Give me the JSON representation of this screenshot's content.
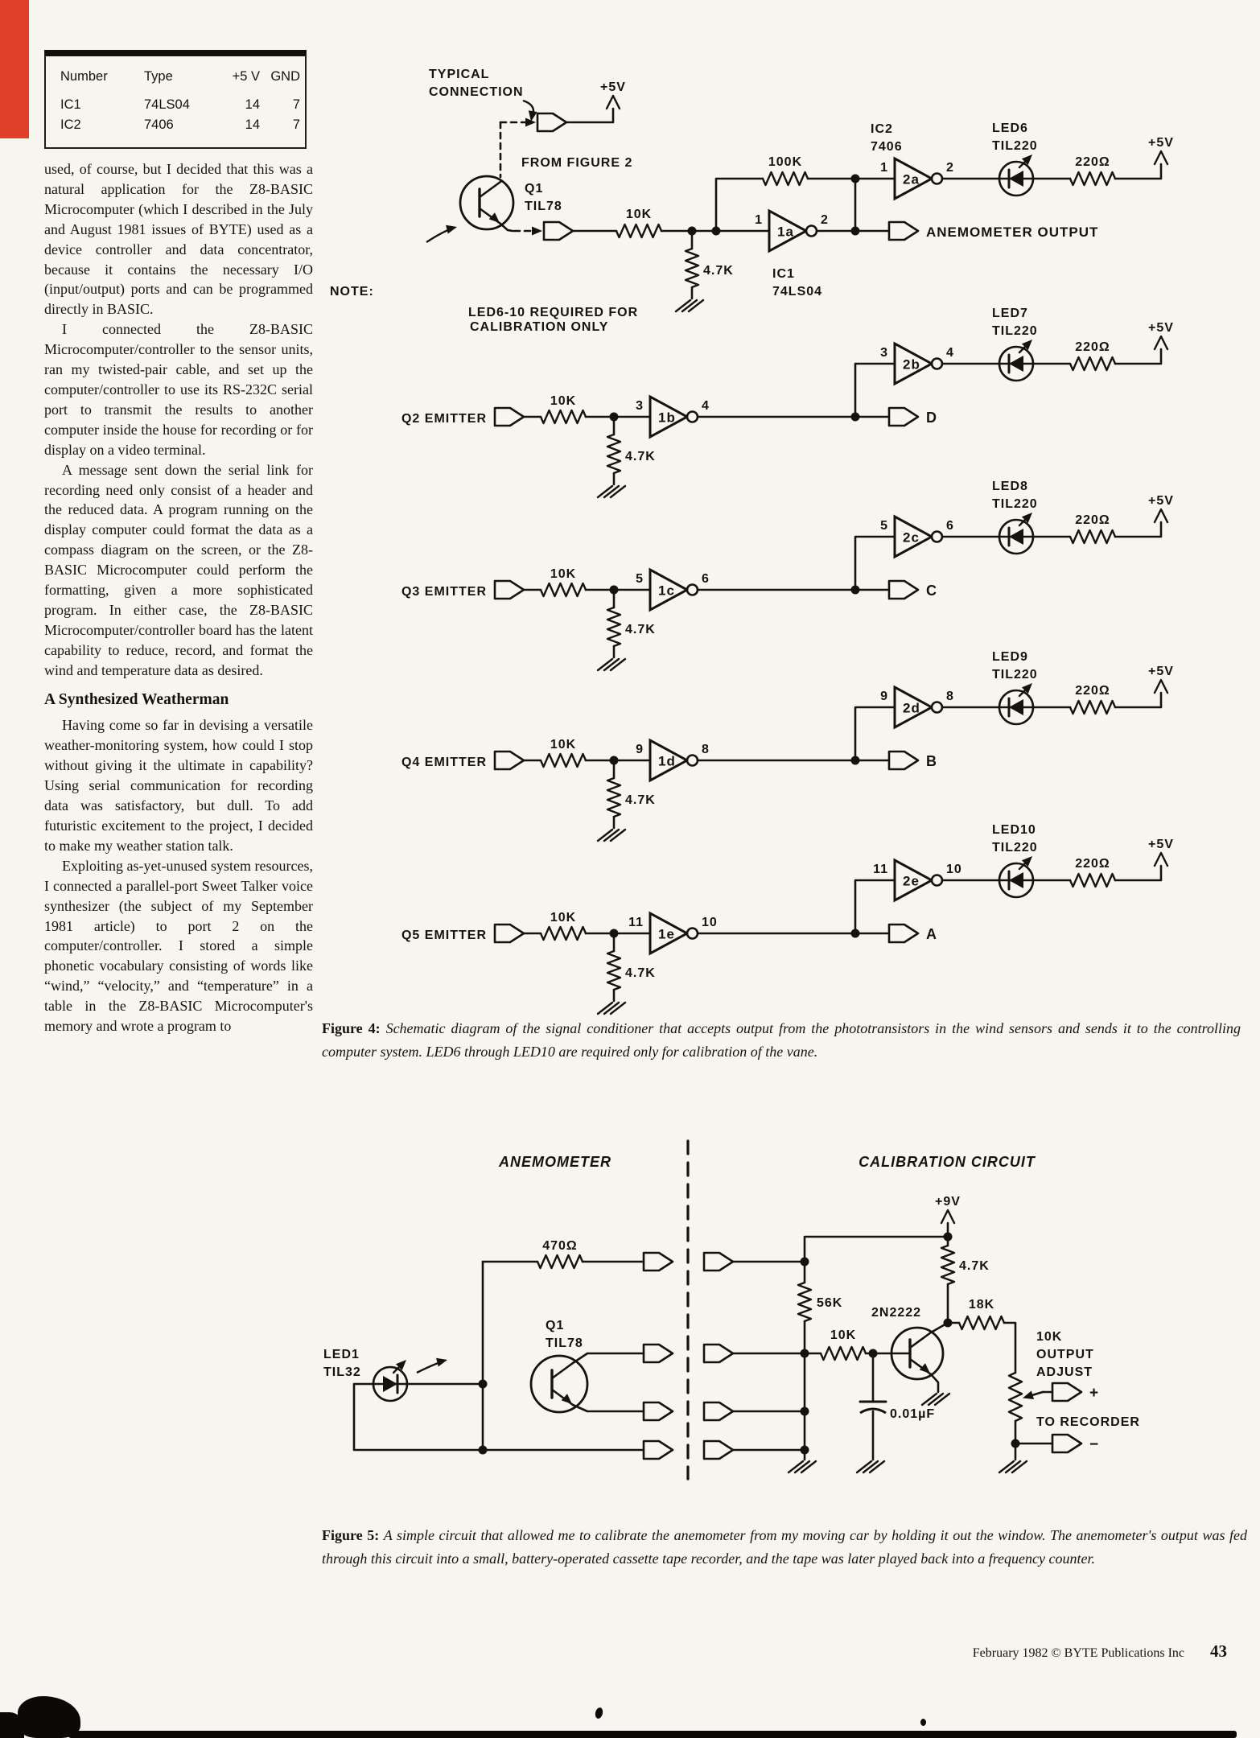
{
  "page": {
    "background": "#f7f5f0",
    "ink": "#17120d",
    "accent_red": "#e0402a",
    "footer": {
      "credit": "February 1982 © BYTE Publications Inc",
      "page_number": "43"
    }
  },
  "ic_table": {
    "headers": [
      "Number",
      "Type",
      "+5 V",
      "GND"
    ],
    "rows": [
      [
        "IC1",
        "74LS04",
        "14",
        "7"
      ],
      [
        "IC2",
        "7406",
        "14",
        "7"
      ]
    ]
  },
  "article": {
    "intro_paragraphs": [
      "used, of course, but I decided that this was a natural application for the Z8-BASIC Microcomputer (which I described in the July and August 1981 issues of BYTE) used as a device controller and data concentrator, because it contains the necessary I/O (input/output) ports and can be programmed directly in BASIC.",
      "I connected the Z8-BASIC Microcomputer/controller to the sensor units, ran my twisted-pair cable, and set up the computer/controller to use its RS-232C serial port to transmit the results to another computer inside the house for recording or for display on a video terminal.",
      "A message sent down the serial link for recording need only consist of a header and the reduced data. A program running on the display computer could format the data as a compass diagram on the screen, or the Z8-BASIC Microcomputer could perform the formatting, given a more sophisticated program. In either case, the Z8-BASIC Microcomputer/controller board has the latent capability to reduce, record, and format the wind and temperature data as desired."
    ],
    "heading": "A Synthesized Weatherman",
    "synth_paragraphs": [
      "Having come so far in devising a versatile weather-monitoring system, how could I stop without giving it the ultimate in capability? Using serial communication for recording data was satisfactory, but dull. To add futuristic excitement to the project, I decided to make my weather station talk.",
      "Exploiting as-yet-unused system resources, I connected a parallel-port Sweet Talker voice synthesizer (the subject of my September 1981 article) to port 2 on the computer/controller. I stored a simple phonetic vocabulary consisting of words like “wind,” “velocity,” and “temperature” in a table in the Z8-BASIC Microcomputer's memory and wrote a program to"
    ]
  },
  "figure4": {
    "note": {
      "title": "NOTE:",
      "line1": "LED6-10 REQUIRED FOR",
      "line2": "CALIBRATION ONLY"
    },
    "header": {
      "typical1": "TYPICAL",
      "typical2": "CONNECTION",
      "plus5v": "+5V",
      "from_figure": "FROM FIGURE 2",
      "q1": "Q1",
      "q1_type": "TIL78"
    },
    "row1": {
      "r_in": "10K",
      "r_fb": "100K",
      "r_pull": "4.7K",
      "pin_in": "1",
      "gate1": "1a",
      "pin_out": "2",
      "ic1": "IC1",
      "ic1_type": "74LS04",
      "ic2": "IC2",
      "ic2_type": "7406",
      "g2_pin_in": "1",
      "gate2": "2a",
      "g2_pin_out": "2",
      "led": "LED6",
      "led_type": "TIL220",
      "r_led": "220Ω",
      "plus5v": "+5V",
      "output": "ANEMOMETER OUTPUT"
    },
    "rows": [
      {
        "emitter": "Q2 EMITTER",
        "r_in": "10K",
        "r_pull": "4.7K",
        "pin_in": "3",
        "gate1": "1b",
        "pin_out": "4",
        "g2_pin_in": "3",
        "gate2": "2b",
        "g2_pin_out": "4",
        "led": "LED7",
        "led_type": "TIL220",
        "r_led": "220Ω",
        "plus5v": "+5V",
        "output": "D"
      },
      {
        "emitter": "Q3 EMITTER",
        "r_in": "10K",
        "r_pull": "4.7K",
        "pin_in": "5",
        "gate1": "1c",
        "pin_out": "6",
        "g2_pin_in": "5",
        "gate2": "2c",
        "g2_pin_out": "6",
        "led": "LED8",
        "led_type": "TIL220",
        "r_led": "220Ω",
        "plus5v": "+5V",
        "output": "C"
      },
      {
        "emitter": "Q4 EMITTER",
        "r_in": "10K",
        "r_pull": "4.7K",
        "pin_in": "9",
        "gate1": "1d",
        "pin_out": "8",
        "g2_pin_in": "9",
        "gate2": "2d",
        "g2_pin_out": "8",
        "led": "LED9",
        "led_type": "TIL220",
        "r_led": "220Ω",
        "plus5v": "+5V",
        "output": "B"
      },
      {
        "emitter": "Q5 EMITTER",
        "r_in": "10K",
        "r_pull": "4.7K",
        "pin_in": "11",
        "gate1": "1e",
        "pin_out": "10",
        "g2_pin_in": "11",
        "gate2": "2e",
        "g2_pin_out": "10",
        "led": "LED10",
        "led_type": "TIL220",
        "r_led": "220Ω",
        "plus5v": "+5V",
        "output": "A"
      }
    ],
    "caption": {
      "lead": "Figure 4:",
      "text": "Schematic diagram of the signal conditioner that accepts output from the phototransistors in the wind sensors and sends it to the controlling computer system. LED6 through LED10 are required only for calibration of the vane."
    }
  },
  "figure5": {
    "anemometer_title": "ANEMOMETER",
    "calibration_title": "CALIBRATION CIRCUIT",
    "left": {
      "r1": "470Ω",
      "q": "Q1",
      "q_type": "TIL78",
      "led": "LED1",
      "led_type": "TIL32"
    },
    "right": {
      "plus9v": "+9V",
      "r_47k": "4.7K",
      "r_56k": "56K",
      "r_10k": "10K",
      "transistor": "2N2222",
      "r_18k": "18K",
      "cap": "0.01µF",
      "pot_line1": "10K",
      "pot_line2": "OUTPUT",
      "pot_line3": "ADJUST",
      "to_recorder": "TO RECORDER",
      "plus": "+",
      "minus": "−"
    },
    "caption": {
      "lead": "Figure 5:",
      "text": "A simple circuit that allowed me to calibrate the anemometer from my moving car by holding it out the window. The anemometer's output was fed through this circuit into a small, battery-operated cassette tape recorder, and the tape was later played back into a frequency counter."
    }
  }
}
